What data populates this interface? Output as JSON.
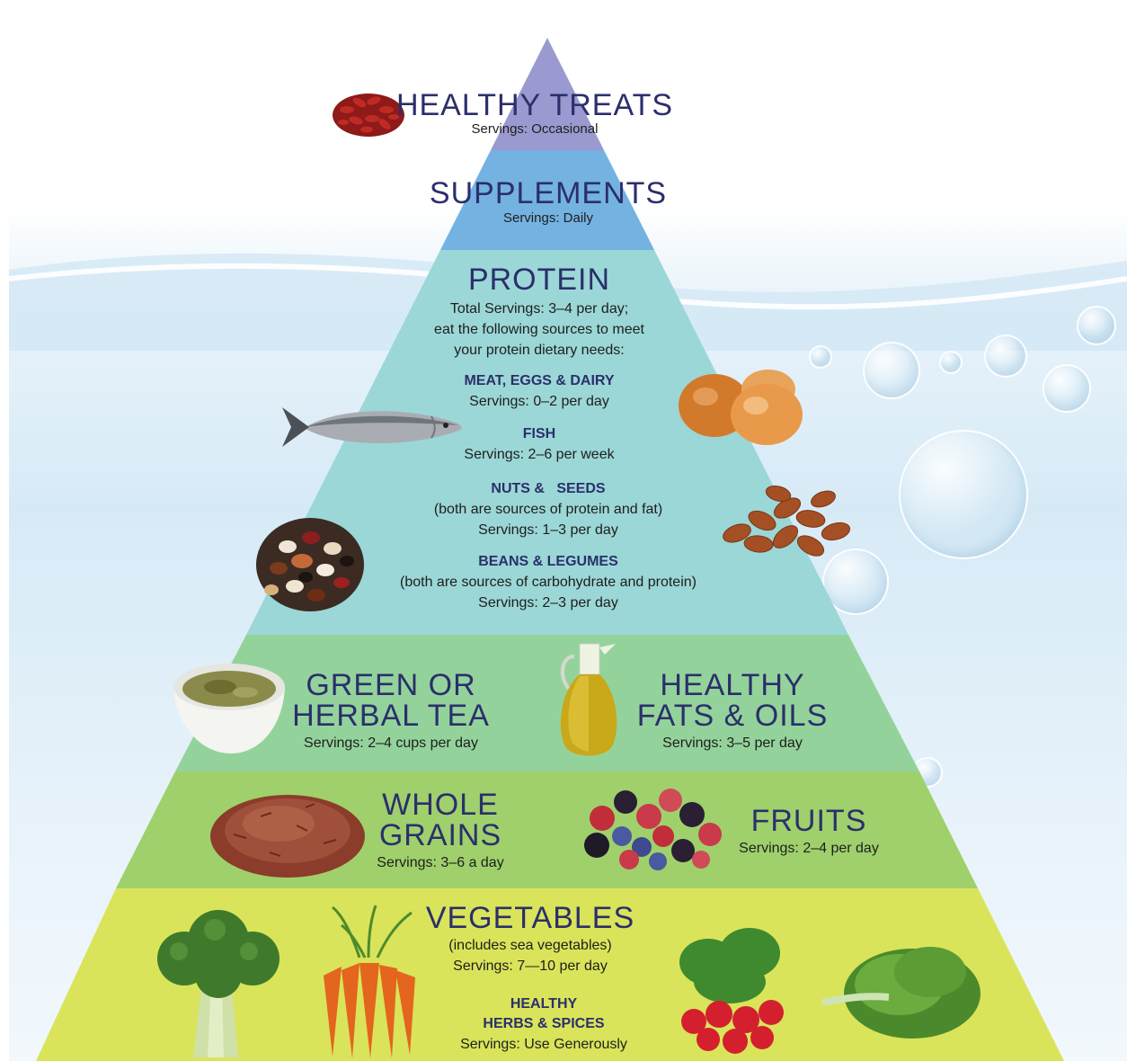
{
  "colors": {
    "treats": "#9a9ad0",
    "supplements": "#74b2e2",
    "protein": "#9bd7d6",
    "tea_fats": "#93d39b",
    "grains_fruits": "#9fd06c",
    "vegetables": "#d9e45a",
    "title_text": "#2b2f6b"
  },
  "tiers": {
    "treats": {
      "title": "HEALTHY TREATS",
      "servings": "Servings: Occasional",
      "icon": "goji-berries-icon"
    },
    "supplements": {
      "title": "SUPPLEMENTS",
      "servings": "Servings: Daily"
    },
    "protein": {
      "title": "PROTEIN",
      "intro_1": "Total Servings: 3–4 per day;",
      "intro_2": "eat the following sources to meet",
      "intro_3": "your protein dietary needs:",
      "meat": {
        "title": "MEAT, EGGS & DAIRY",
        "servings": "Servings: 0–2 per day"
      },
      "fish": {
        "title": "FISH",
        "servings": "Servings: 2–6 per week"
      },
      "nuts": {
        "title": "NUTS &   SEEDS",
        "note": "(both are sources of protein and fat)",
        "servings": "Servings: 1–3 per day"
      },
      "beans": {
        "title": "BEANS & LEGUMES",
        "note": "(both are sources of carbohydrate and protein)",
        "servings": "Servings: 2–3 per day"
      },
      "icons": [
        "fish-icon",
        "eggs-icon",
        "beans-icon",
        "almonds-icon"
      ]
    },
    "tea": {
      "title_1": "GREEN OR",
      "title_2": "HERBAL TEA",
      "servings": "Servings: 2–4 cups per day",
      "icon": "tea-cup-icon"
    },
    "fats": {
      "title_1": "HEALTHY",
      "title_2": "FATS & OILS",
      "servings": "Servings: 3–5 per day",
      "icon": "oil-jug-icon"
    },
    "grains": {
      "title_1": "WHOLE",
      "title_2": "GRAINS",
      "servings": "Servings: 3–6 a day",
      "icon": "rice-icon"
    },
    "fruits": {
      "title": "FRUITS",
      "servings": "Servings: 2–4 per day",
      "icon": "berries-icon"
    },
    "vegetables": {
      "title": "VEGETABLES",
      "note": "(includes sea vegetables)",
      "servings": "Servings: 7—10 per day",
      "herbs_1": "HEALTHY",
      "herbs_2": "HERBS & SPICES",
      "herbs_servings": "Servings: Use Generously",
      "icons": [
        "broccoli-icon",
        "carrots-icon",
        "radishes-icon",
        "lettuce-icon"
      ]
    }
  }
}
